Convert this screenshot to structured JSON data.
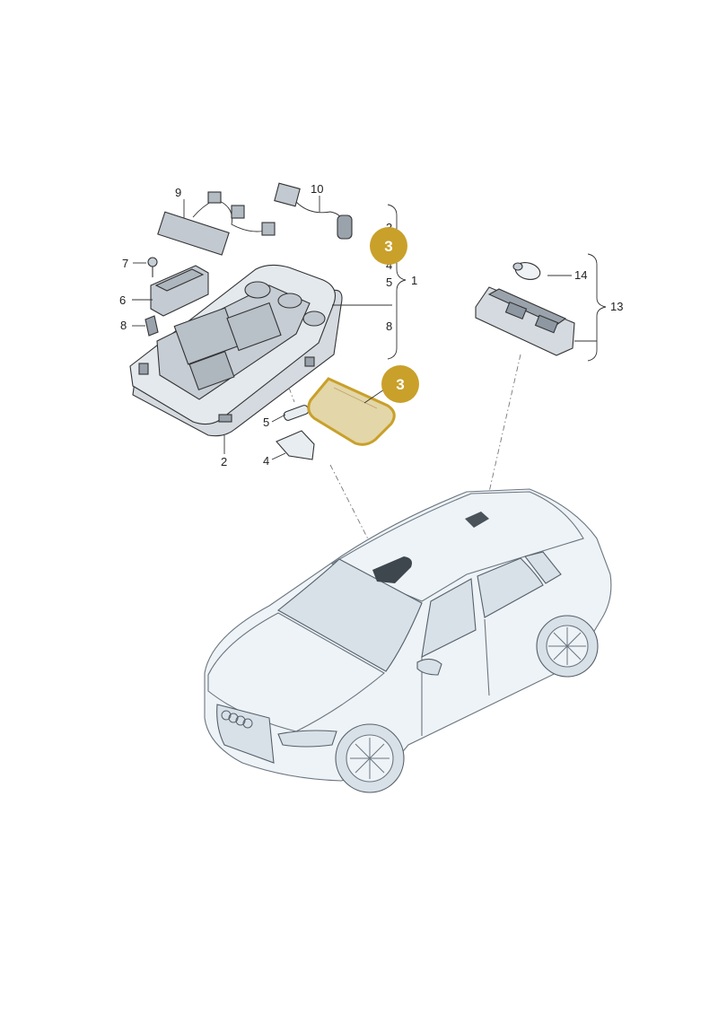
{
  "callouts": {
    "n1": "1",
    "n2": "2",
    "n3a": "3",
    "n4a": "4",
    "n4b": "4",
    "n5a": "5",
    "n5b": "5",
    "n6": "6",
    "n7": "7",
    "n8a": "8",
    "n8b": "8",
    "n9": "9",
    "n10": "10",
    "n13": "13",
    "n14": "14"
  },
  "highlight": {
    "label": "3",
    "color": "#c9a02a",
    "glass_fill": "#e3d6a8"
  },
  "icons": [
    "roof-console-part",
    "wiring-harness",
    "microphone-cable",
    "bulb",
    "lens",
    "interior-lamp",
    "suv-illustration"
  ]
}
